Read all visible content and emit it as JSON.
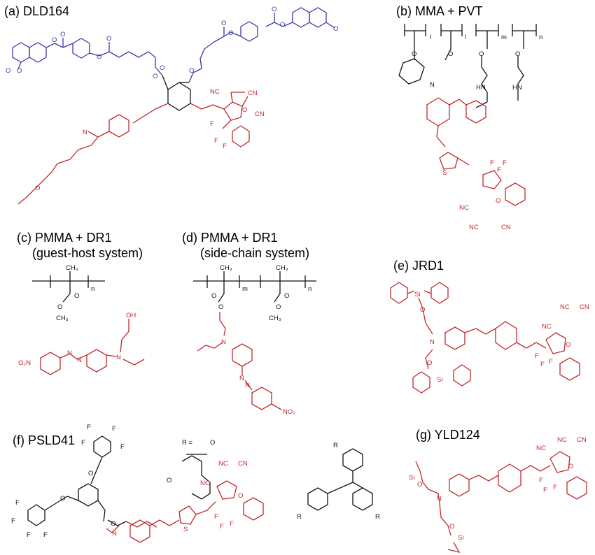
{
  "panels": {
    "a": {
      "title": "(a) DLD164"
    },
    "b": {
      "title": "(b) MMA + PVT"
    },
    "c": {
      "title_line1": "(c) PMMA + DR1",
      "title_line2": "(guest-host system)"
    },
    "d": {
      "title_line1": "(d) PMMA + DR1",
      "title_line2": "(side-chain system)"
    },
    "e": {
      "title": "(e) JRD1"
    },
    "f": {
      "title": "(f) PSLD41",
      "r_label": "R ="
    },
    "g": {
      "title": "(g) YLD124"
    }
  },
  "atoms": {
    "O": "O",
    "N": "N",
    "NC": "NC",
    "CN": "CN",
    "F": "F",
    "HN": "HN",
    "S": "S",
    "Si": "Si",
    "OH": "OH",
    "O2N": "O₂N",
    "NO2": "NO₂",
    "CH3": "CH₃",
    "R": "R",
    "l": "l",
    "m": "m",
    "n": "n"
  },
  "colors": {
    "blue": "#3a3aa8",
    "red": "#c0282d",
    "black": "#111111"
  }
}
